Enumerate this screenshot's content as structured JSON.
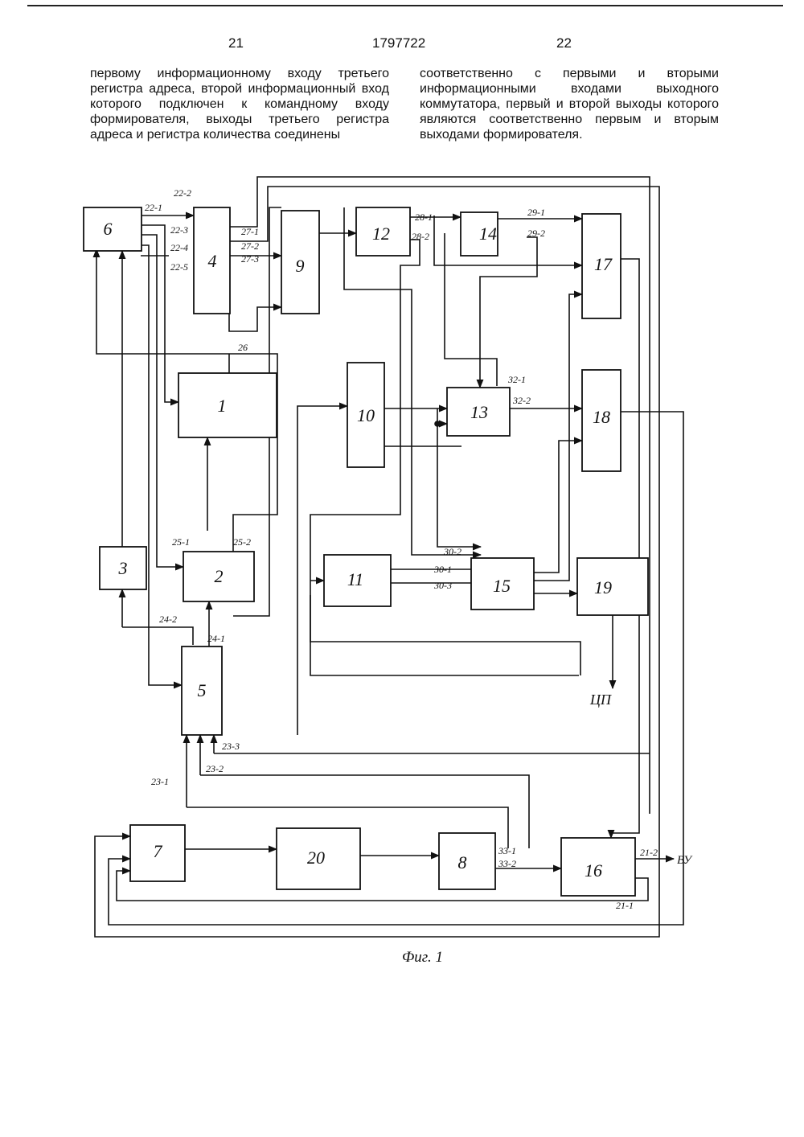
{
  "header": {
    "page_left": "21",
    "patent_number": "1797722",
    "page_right": "22"
  },
  "text": {
    "left_column": "первому информационному входу третьего регистра адреса, второй информационный вход которого подключен к командному входу формирователя, выходы третьего регистра адреса и регистра количества соединены",
    "right_column": "соответственно с первыми и вторыми информационными входами выходного коммутатора, первый и второй выходы которого являются соответственно первым и вторым выходами формирователя."
  },
  "diagram": {
    "blocks": {
      "b1": "1",
      "b2": "2",
      "b3": "3",
      "b4": "4",
      "b5": "5",
      "b6": "6",
      "b7": "7",
      "b8": "8",
      "b9": "9",
      "b10": "10",
      "b11": "11",
      "b12": "12",
      "b13": "13",
      "b14": "14",
      "b15": "15",
      "b16": "16",
      "b17": "17",
      "b18": "18",
      "b19": "19",
      "b20": "20"
    },
    "signals": {
      "s22_1": "22-1",
      "s22_2": "22-2",
      "s22_3": "22-3",
      "s22_4": "22-4",
      "s22_5": "22-5",
      "s27_1": "27-1",
      "s27_2": "27-2",
      "s27_3": "27-3",
      "s26": "26",
      "s28_1": "28-1",
      "s28_2": "28-2",
      "s29_1": "29-1",
      "s29_2": "29-2",
      "s32_1": "32-1",
      "s32_2": "32-2",
      "s25_1": "25-1",
      "s25_2": "25-2",
      "s24_1": "24-1",
      "s24_2": "24-2",
      "s30_1": "30-1",
      "s30_2": "30-2",
      "s30_3": "30-3",
      "s23_1": "23-1",
      "s23_2": "23-2",
      "s23_3": "23-3",
      "s33_1": "33-1",
      "s33_2": "33-2",
      "s21_1": "21-1",
      "s21_2": "21-2",
      "cp": "ЦП",
      "vu": "ВУ"
    },
    "caption": "Фиг. 1"
  }
}
